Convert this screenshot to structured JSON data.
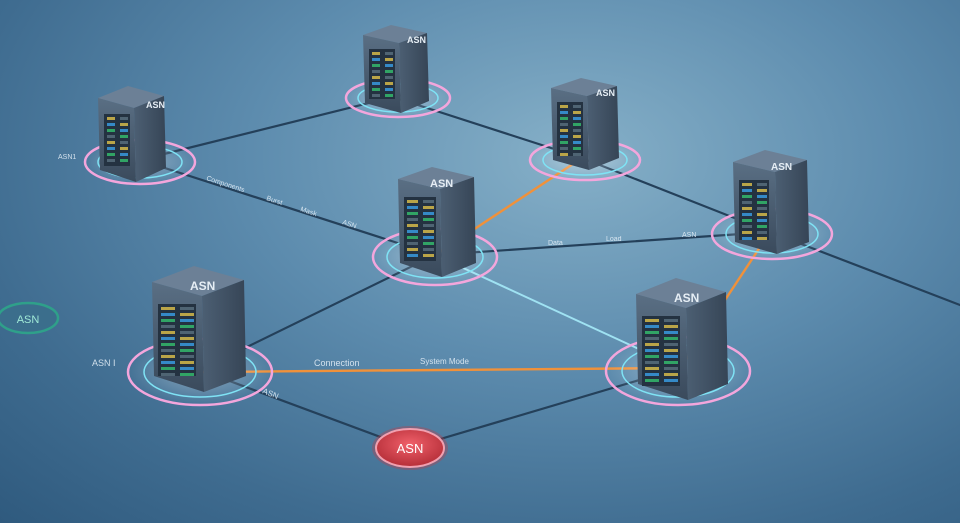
{
  "scene": {
    "badges": {
      "left_badge": "ASN",
      "bottom_badge": "ASN"
    },
    "server_label": "ASN",
    "labels": {
      "asn1": "ASN1",
      "asn_left": "ASN I",
      "asn_lower": "ASN",
      "connection": "Connection",
      "system_mode": "System Mode",
      "components": "Components",
      "burst": "Burst",
      "mask": "Mask",
      "asn_mid": "ASN",
      "data": "Data",
      "load": "Load",
      "asn_right": "ASN"
    },
    "colors": {
      "link": "#24405a",
      "orange_link": "#f0913a",
      "cyan_link": "#9fe2f2",
      "ring_pink": "#f3a6dc",
      "ring_cyan": "#7fe3f5",
      "badge_green": "#2fa08a",
      "badge_red": "#d6434a"
    }
  }
}
